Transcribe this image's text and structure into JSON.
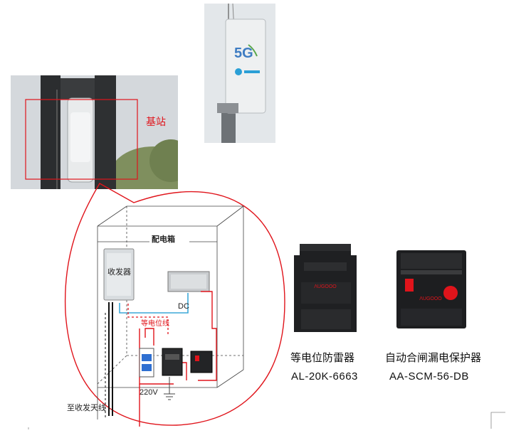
{
  "labels": {
    "base_station": "基站",
    "distribution_box": "配电箱",
    "transceiver": "收发器",
    "dc": "DC",
    "equipotential_line": "等电位线",
    "voltage": "220V",
    "to_antenna": "至收发天线"
  },
  "products": {
    "surge": {
      "name": "等电位防雷器",
      "model": "AL-20K-6663"
    },
    "breaker": {
      "name": "自动合闸漏电保护器",
      "model": "AA-SCM-56-DB"
    }
  },
  "colors": {
    "highlight": "#e0141b",
    "cable_blue": "#3da9d8",
    "device_dark": "#1f2022"
  }
}
